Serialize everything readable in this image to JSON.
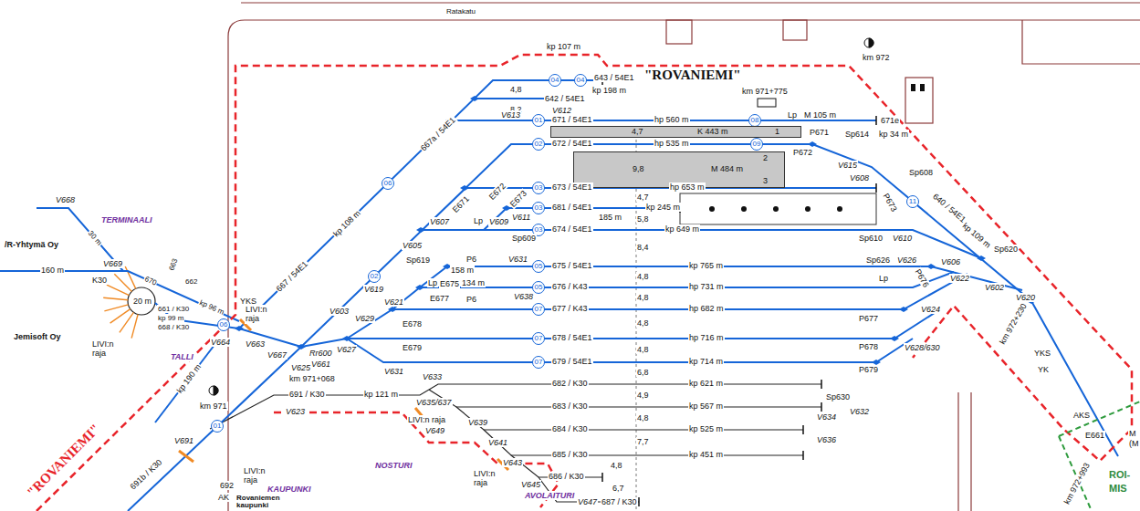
{
  "diagram": {
    "nodes": [
      {
        "text": [
          "04"
        ]
      },
      {
        "text": [
          "04"
        ]
      },
      {
        "text": [
          "06"
        ]
      },
      {
        "text": [
          "01"
        ]
      },
      {
        "text": [
          "08"
        ]
      },
      {
        "text": [
          "4,7",
          "K 443 m",
          "1"
        ]
      },
      {
        "text": [
          "02"
        ]
      },
      {
        "text": [
          "09"
        ]
      },
      {
        "text": [
          "9,8",
          "M 484 m",
          "2",
          "3"
        ]
      },
      {
        "text": [
          "11"
        ]
      },
      {
        "text": [
          "03"
        ]
      },
      {
        "text": [
          "03"
        ]
      },
      {
        "text": [
          "03"
        ]
      },
      {
        "text": [
          "02"
        ]
      },
      {
        "text": [
          "05"
        ]
      },
      {
        "text": [
          "05"
        ]
      },
      {
        "text": [
          "07"
        ]
      },
      {
        "text": [
          "06"
        ]
      },
      {
        "text": [
          "07"
        ]
      },
      {
        "text": [
          "07"
        ]
      },
      {
        "text": [
          "01"
        ]
      }
    ],
    "labels": [
      "Ratakatu",
      "km 972",
      "kp 107 m",
      "4,8",
      "8,2",
      "kp 198 m",
      "667a / 54E1",
      "643 / 54E1",
      "642 / 54E1",
      "V613",
      "V612",
      "\"ROVANIEMI\"",
      "km 971+775",
      "671 / 54E1",
      "hp 560 m",
      "M 105 m",
      "Lp",
      "671e",
      "kp 34 m",
      "Sp614",
      "P671",
      "P672",
      "V615",
      "672 / 54E1",
      "hp 535 m",
      "V608",
      "Sp608",
      "640 / 54E1",
      "kp 109 m",
      "Sp620",
      "673 / 54E1",
      "hp 653 m",
      "4,7",
      "E671",
      "E672",
      "E673",
      "681 / 54E1",
      "kp 245 m",
      "185 m",
      "5,8",
      "674 / 54E1",
      "kp 649 m",
      "V611",
      "V609",
      "Sp609",
      "Lp",
      "V607",
      "V605",
      "P673",
      "Sp610",
      "V610",
      "V606",
      "8,4",
      "Sp619",
      "P6",
      "158 m",
      "V631",
      "134 m",
      "Lp",
      "E675",
      "V638",
      "E677",
      "P6",
      "675 / 54E1",
      "4,8",
      "kp 765 m",
      "Sp626",
      "V626",
      "Lp",
      "P676",
      "V622",
      "V602",
      "V620",
      "676 / K43",
      "4,8",
      "hp 731 m",
      "V619",
      "V621",
      "677 / K43",
      "4,8",
      "hp 682 m",
      "P677",
      "V624",
      "V603",
      "V661",
      "Rr600",
      "V629",
      "V627",
      "E678",
      "E679",
      "678 / 54E1",
      "4,8",
      "hp 716 m",
      "P678",
      "V628/630",
      "679 / 54E1",
      "kp 714 m",
      "P679",
      "V631",
      "6,8",
      "V625",
      "km 971+068",
      "691 / K30",
      "kp 121 m",
      "V623",
      "V633",
      "682 / K30",
      "kp 621 m",
      "V635/637",
      "683 / K30",
      "4,9",
      "kp 567 m",
      "Sp630",
      "V632",
      "V634",
      "LIVI:n raja",
      "V649",
      "V639",
      "684 / K30",
      "4,8",
      "kp 525 m",
      "V636",
      "V641",
      "7,7",
      "685 / K30",
      "kp 451 m",
      "V643",
      "LIVI:n raja",
      "V645",
      "AVOLAITURI",
      "686 / K30",
      "4,8",
      "V647",
      "687 / K30",
      "6,7",
      "NOSTURI",
      "KAUPUNKI",
      "LIVI:n raja",
      "Rovaniemen kaupunki",
      "AK",
      "V691",
      "691b / K30",
      "692",
      "\"ROVANIEMI\"",
      "km 971",
      "TALLI",
      "kp 190 m",
      "V664",
      "V663",
      "V667",
      "YKS",
      "LIVI:n raja",
      "668 / K30",
      "kp 99 m",
      "661 / K30",
      "K30",
      "20 m",
      "663",
      "662",
      "LIVI:n raja",
      "Jemisoft Oy",
      "/R-Yhtymä Oy",
      "TERMINAALI",
      "V668",
      "30 m",
      "160 m",
      "V669",
      "670",
      "kp 96 m",
      "kp 108 m",
      "667 / 54E1",
      "km 972+230",
      "YKS",
      "YK",
      "AKS",
      "E661",
      "M",
      "(M",
      "ROI-",
      "MIS",
      "km 972+993"
    ]
  }
}
